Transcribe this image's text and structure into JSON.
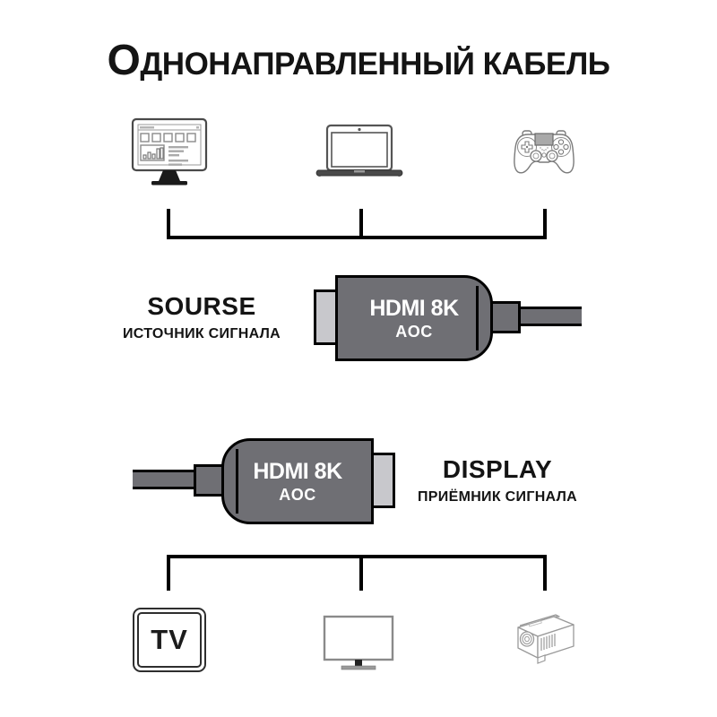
{
  "title": {
    "initial": "О",
    "rest": "ДНОНАПРАВЛЕННЫЙ КАБЕЛЬ"
  },
  "source_section": {
    "label": "SOURSE",
    "sublabel": "ИСТОЧНИК СИГНАЛА",
    "devices": [
      {
        "name": "desktop-computer",
        "icon": "desktop-monitor-icon"
      },
      {
        "name": "laptop",
        "icon": "laptop-icon"
      },
      {
        "name": "game-controller",
        "icon": "gamepad-icon"
      }
    ]
  },
  "cable": {
    "line1": "HDMI 8K",
    "line2": "AOC"
  },
  "display_section": {
    "label": "DISPLAY",
    "sublabel": "ПРИЁМНИК СИГНАЛА",
    "devices": [
      {
        "name": "tv",
        "icon": "tv-icon",
        "label": "TV"
      },
      {
        "name": "monitor",
        "icon": "monitor-icon"
      },
      {
        "name": "projector",
        "icon": "projector-icon"
      }
    ]
  },
  "colors": {
    "connector_body": "#6f6f74",
    "connector_tip": "#c8c8cc",
    "line": "#000000",
    "text": "#141414"
  }
}
